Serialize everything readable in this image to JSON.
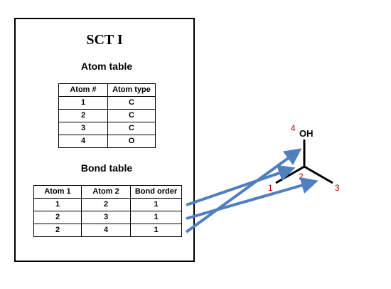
{
  "title": "SCT I",
  "atom_table": {
    "heading": "Atom table",
    "columns": [
      "Atom #",
      "Atom type"
    ],
    "rows": [
      [
        "1",
        "C"
      ],
      [
        "2",
        "C"
      ],
      [
        "3",
        "C"
      ],
      [
        "4",
        "O"
      ]
    ]
  },
  "bond_table": {
    "heading": "Bond table",
    "columns": [
      "Atom 1",
      "Atom 2",
      "Bond order"
    ],
    "rows": [
      [
        "1",
        "2",
        "1"
      ],
      [
        "2",
        "3",
        "1"
      ],
      [
        "2",
        "4",
        "1"
      ]
    ]
  },
  "molecule": {
    "oh_label": "OH",
    "atom_labels": [
      "1",
      "2",
      "3",
      "4"
    ],
    "label_color": "#c00000",
    "arrow_color": "#4f7fbf"
  }
}
